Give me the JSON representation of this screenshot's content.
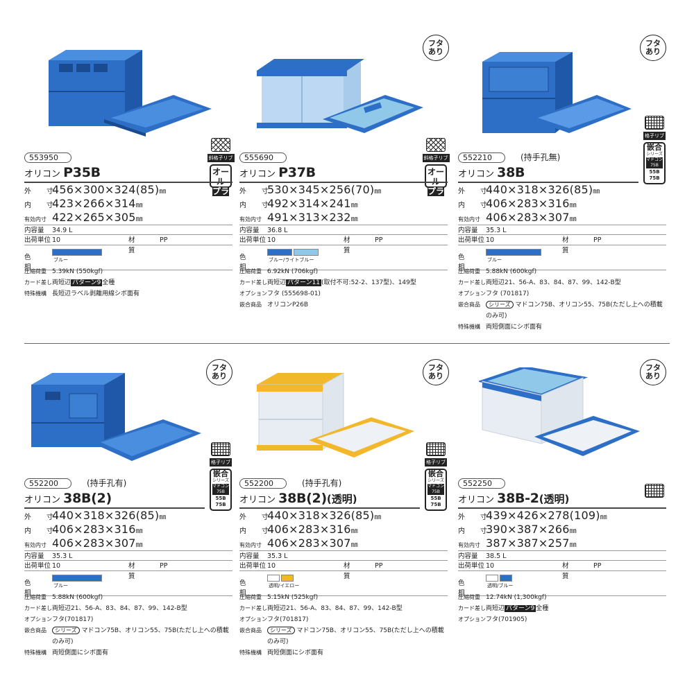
{
  "colors": {
    "blue": "#2d6fc6",
    "light_blue": "#8fc8e8",
    "yellow": "#f2b72b",
    "clear": "#e8edf3"
  },
  "labels": {
    "outer": "外　寸",
    "inner": "内　寸",
    "effective": "有効内寸",
    "capacity": "内容量",
    "unit": "出荷単位",
    "material": "材　質",
    "color": "色　相",
    "load": "圧縮荷重",
    "card": "カード差し",
    "option": "オプション",
    "nest": "嵌合商品",
    "special": "特殊機構",
    "lid_badge": "フタ\nあり",
    "lid_badge_l1": "フタ",
    "lid_badge_l2": "あり",
    "rib_grid": "格子リブ",
    "rib_diag": "斜格子リブ",
    "allpla_1": "オール",
    "allpla_2": "プラ",
    "nest_1": "嵌合",
    "nest_2": "シリーズ",
    "nest_3": "マドコン75B",
    "nest_4": "55B",
    "nest_5": "75B",
    "series_word": "シリーズ",
    "mm": "㎜"
  },
  "products": [
    {
      "code": "553950",
      "note": "",
      "brand": "オリコン",
      "model": "P35B",
      "suffix": "",
      "outer": "456×300×324(85)",
      "inner": "423×266×314",
      "effective": "422×265×305",
      "capacity": "34.9 L",
      "unit": "10",
      "material": "PP",
      "color_name": "ブルー",
      "load": "5.39kN (550kgf)",
      "card_pre": "両短辺",
      "card_pat": "パターン9",
      "card_post": "全種",
      "option": "",
      "nest": "",
      "nest2": "",
      "special": "長短辺ラベル剥離用線シボ面有"
    },
    {
      "code": "555690",
      "note": "",
      "brand": "オリコン",
      "model": "P37B",
      "suffix": "",
      "outer": "530×345×256(70)",
      "inner": "492×314×241",
      "effective": "491×313×232",
      "capacity": "36.8 L",
      "unit": "10",
      "material": "PP",
      "color_name": "ブルー/ライトブルー",
      "load": "6.92kN (706kgf)",
      "card_pre": "両短辺",
      "card_pat": "パターン11",
      "card_post": "(取付不可:52-2、137型)、149型",
      "option": "フタ (555698-01)",
      "nest": "オリコンP26B",
      "nest2": "",
      "special": ""
    },
    {
      "code": "552210",
      "note": "(持手孔無)",
      "brand": "オリコン",
      "model": "38B",
      "suffix": "",
      "outer": "440×318×326(85)",
      "inner": "406×283×316",
      "effective": "406×283×307",
      "capacity": "35.3 L",
      "unit": "10",
      "material": "PP",
      "color_name": "ブルー",
      "load": "5.88kN (600kgf)",
      "card_pre": "両短辺21、56-A、83、84、87、99、142-B型",
      "card_pat": "",
      "card_post": "",
      "option": "フタ (701817)",
      "nest": "マドコン75B、オリコン55、75B(ただし上への積載",
      "nest2": "のみ可)",
      "special": "両短側面にシボ面有"
    },
    {
      "code": "552200",
      "note": "(持手孔有)",
      "brand": "オリコン",
      "model": "38B(2)",
      "suffix": "",
      "outer": "440×318×326(85)",
      "inner": "406×283×316",
      "effective": "406×283×307",
      "capacity": "35.3 L",
      "unit": "10",
      "material": "PP",
      "color_name": "ブルー",
      "load": "5.88kN (600kgf)",
      "card_pre": "両短辺21、56-A、83、84、87、99、142-B型",
      "card_pat": "",
      "card_post": "",
      "option": "フタ(701817)",
      "nest": "マドコン75B、オリコン55、75B(ただし上への積載",
      "nest2": "のみ可)",
      "special": "両短側面にシボ面有"
    },
    {
      "code": "552200",
      "note": "(持手孔有)",
      "brand": "オリコン",
      "model": "38B(2)",
      "suffix": "(透明)",
      "outer": "440×318×326(85)",
      "inner": "406×283×316",
      "effective": "406×283×307",
      "capacity": "35.3 L",
      "unit": "10",
      "material": "PP",
      "color_name": "透明/イエロー",
      "load": "5.15kN (525kgf)",
      "card_pre": "両短辺21、56-A、83、84、87、99、142-B型",
      "card_pat": "",
      "card_post": "",
      "option": "フタ(701817)",
      "nest": "マドコン75B、オリコン55、75B(ただし上への積載",
      "nest2": "のみ可)",
      "special": "両短側面にシボ面有"
    },
    {
      "code": "552250",
      "note": "",
      "brand": "オリコン",
      "model": "38B-2",
      "suffix": "(透明)",
      "outer": "439×426×278(109)",
      "inner": "390×387×266",
      "effective": "387×387×257",
      "capacity": "38.5 L",
      "unit": "10",
      "material": "PP",
      "color_name": "透明/ブルー",
      "load": "12.74kN (1,300kgf)",
      "card_pre": "両短辺",
      "card_pat": "パターン9",
      "card_post": "全種",
      "option": "フタ(701905)",
      "nest": "",
      "nest2": "",
      "special": ""
    }
  ]
}
